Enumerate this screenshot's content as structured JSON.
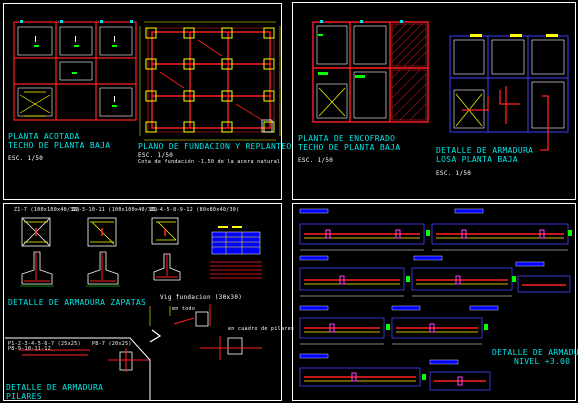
{
  "colors": {
    "background": "#000000",
    "frame": "#ffffff",
    "red": "#ff2020",
    "yellow": "#ffff00",
    "cyan": "#00e5e5",
    "green": "#00ff00",
    "blue": "#4040ff",
    "magenta": "#ff40ff"
  },
  "panels": {
    "top_left": {
      "title1_line1": "PLANTA ACOTADA",
      "title1_line2": "TECHO DE PLANTA BAJA",
      "scale1": "ESC. 1/50",
      "title2": "PLANO DE FUNDACION Y REPLANTEO",
      "scale2": "ESC. 1/50",
      "note2": "Cota de fundación -1.50 de la acera natural"
    },
    "top_right": {
      "title1_line1": "PLANTA DE ENCOFRADO",
      "title1_line2": "TECHO DE PLANTA BAJA",
      "scale1": "ESC. 1/50",
      "title2_line1": "DETALLE DE ARMADURA",
      "title2_line2": "LOSA PLANTA BAJA",
      "scale2": "ESC. 1/50"
    },
    "bottom_left": {
      "title_zapatas": "DETALLE DE ARMADURA ZAPATAS",
      "title_pilares_line1": "DETALLE DE ARMADURA",
      "title_pilares_line2": "PILARES",
      "label_viga": "Vig fundacion (30x30)",
      "header_1": "Z1-7 (100x100x40/30)",
      "header_2": "Z2-3-10-11 (100x100x40/30)",
      "header_3": "Z1-4-5-8-9-12 (80x80x40/30)",
      "pilar_label_1": "P1-2-3-4-5-6-7 (25x25)",
      "pilar_label_2": "P8-9-10-11-12",
      "pilar_label_3": "P8-7 (20x25)",
      "note_gancho": "en todo",
      "note_pilares": "en cuadro de pilares"
    },
    "bottom_right": {
      "title_line1": "DETALLE DE ARMADURA",
      "title_line2": "NIVEL +3.00"
    }
  }
}
